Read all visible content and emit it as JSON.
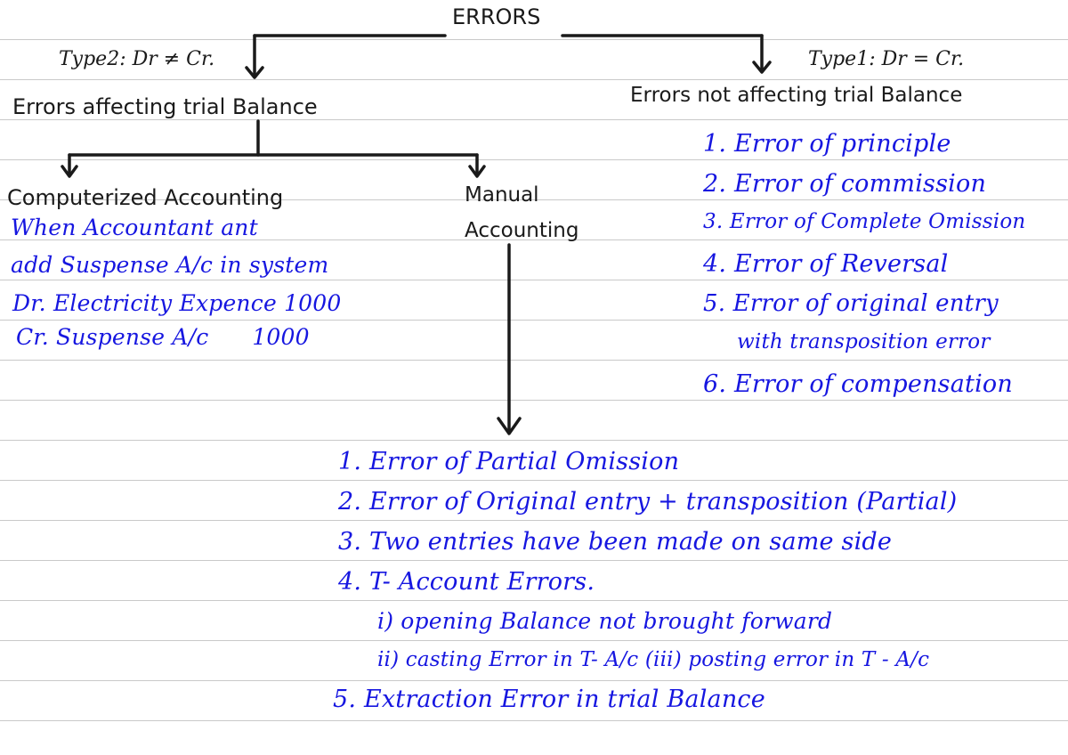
{
  "title": "ERRORS",
  "left_branch": {
    "type_note": "Type2: Dr ≠ Cr.",
    "heading": "Errors affecting trial Balance",
    "computerized": {
      "heading": "Computerized Accounting",
      "notes": [
        "When Accountant ant",
        "add Suspense A/c in system",
        "Dr. Electricity Expence 1000",
        "Cr. Suspense A/c      1000"
      ]
    },
    "manual": {
      "heading_line1": "Manual",
      "heading_line2": "Accounting",
      "items": [
        "1. Error of Partial Omission",
        "2. Error of Original entry + transposition (Partial)",
        "3. Two entries have been made on same side",
        "4. T- Account Errors.",
        "i) opening Balance not brought forward",
        "ii) casting Error in T- A/c  (iii) posting error in T - A/c",
        "5. Extraction Error in trial Balance"
      ]
    }
  },
  "right_branch": {
    "type_note": "Type1: Dr = Cr.",
    "heading": "Errors not affecting trial Balance",
    "items": [
      "1. Error of principle",
      "2. Error of commission",
      "3. Error of Complete Omission",
      "4. Error of Reversal",
      "5. Error of original entry",
      "with transposition error",
      "6. Error of compensation"
    ]
  },
  "colors": {
    "ink_blue": "#1616e0",
    "ink_black": "#1a1a1a",
    "rule": "#c9c9c9"
  }
}
